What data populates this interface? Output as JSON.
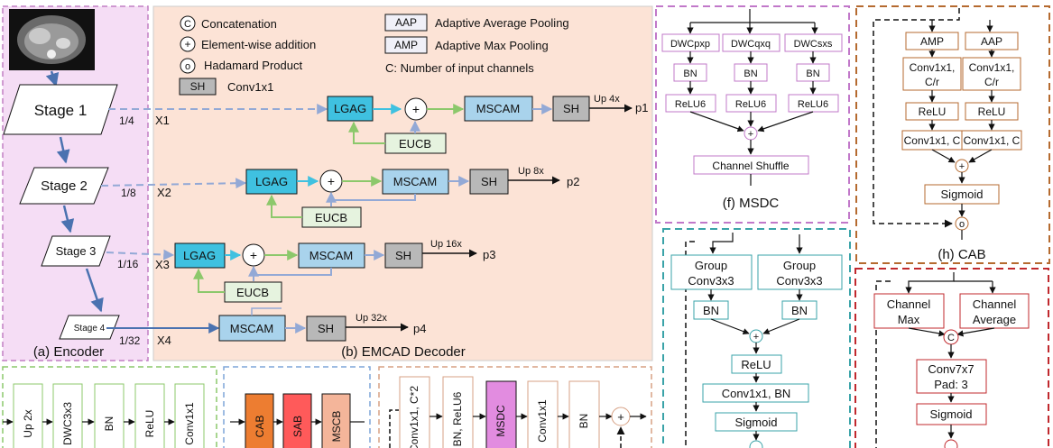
{
  "legend": {
    "concat": {
      "sym": "C",
      "label": "Concatenation"
    },
    "add": {
      "sym": "+",
      "label": "Element-wise addition"
    },
    "hadamard": {
      "sym": "o",
      "label": "Hadamard Product"
    },
    "sh": {
      "sym": "SH",
      "label": "Conv1x1"
    },
    "aap": {
      "sym": "AAP",
      "label": "Adaptive Average Pooling"
    },
    "amp": {
      "sym": "AMP",
      "label": "Adaptive Max Pooling"
    },
    "channels_note": "C: Number of input channels"
  },
  "encoder": {
    "caption": "(a) Encoder",
    "stages": [
      "Stage 1",
      "Stage 2",
      "Stage 3",
      "Stage 4"
    ],
    "scales": [
      "1/4",
      "1/8",
      "1/16",
      "1/32"
    ],
    "features": [
      "X1",
      "X2",
      "X3",
      "X4"
    ]
  },
  "decoder": {
    "caption": "(b) EMCAD Decoder",
    "lgag": "LGAG",
    "eucb": "EUCB",
    "mscam": "MSCAM",
    "sh": "SH",
    "plus": "+",
    "upsample": [
      "Up 4x",
      "Up 8x",
      "Up 16x",
      "Up 32x"
    ],
    "outputs": [
      "p1",
      "p2",
      "p3",
      "p4"
    ]
  },
  "msdc": {
    "caption": "(f) MSDC",
    "dwc": [
      "DWCpxp",
      "DWCqxq",
      "DWCsxs"
    ],
    "bn": "BN",
    "relu6": "ReLU6",
    "shuffle": "Channel Shuffle",
    "plus": "+"
  },
  "cab": {
    "caption": "(h) CAB",
    "amp": "AMP",
    "aap": "AAP",
    "conv_r": [
      "Conv1x1,",
      "C/r"
    ],
    "relu": "ReLU",
    "conv_c": "Conv1x1, C",
    "plus": "+",
    "sigmoid": "Sigmoid",
    "hadamard": "o"
  },
  "lgag_detail": {
    "group_conv": [
      "Group",
      "Conv3x3"
    ],
    "bn": "BN",
    "plus": "+",
    "relu": "ReLU",
    "conv_bn": "Conv1x1, BN",
    "sigmoid": "Sigmoid"
  },
  "sab": {
    "channel_max": [
      "Channel",
      "Max"
    ],
    "channel_avg": [
      "Channel",
      "Average"
    ],
    "concat": "C",
    "conv7": [
      "Conv7x7",
      "Pad: 3"
    ],
    "sigmoid": "Sigmoid"
  },
  "eucb_detail": {
    "blocks": [
      "Up 2x",
      "DWC3x3",
      "BN",
      "ReLU",
      "Conv1x1"
    ]
  },
  "mscam_detail": {
    "blocks": [
      "CAB",
      "SAB",
      "MSCB"
    ]
  },
  "mscb_detail": {
    "blocks": [
      "Conv1x1, C*2",
      "BN, ReLU6",
      "MSDC",
      "Conv1x1",
      "BN"
    ],
    "plus": "+"
  },
  "colors": {
    "encoder_bg": "#f5ddf5",
    "decoder_bg": "#fce3d6",
    "lgag": "#3fc1e0",
    "eucb": "#e6f3df",
    "mscam": "#a9d3ec",
    "sh": "#b8b8b8",
    "msdc_border": "#c178c9",
    "cab_border": "#b56a2f",
    "lgag_border": "#3aa3a8",
    "sab_border": "#c0282d",
    "arrow_blue": "#4a72b0",
    "dash_blue": "#93a9d6",
    "green_arrow": "#8cc86b",
    "cab_fill": "#ed7d31",
    "sab_fill": "#ff5a5a",
    "mscb_fill": "#f4b59a",
    "msdc_fill": "#e28ce0"
  }
}
